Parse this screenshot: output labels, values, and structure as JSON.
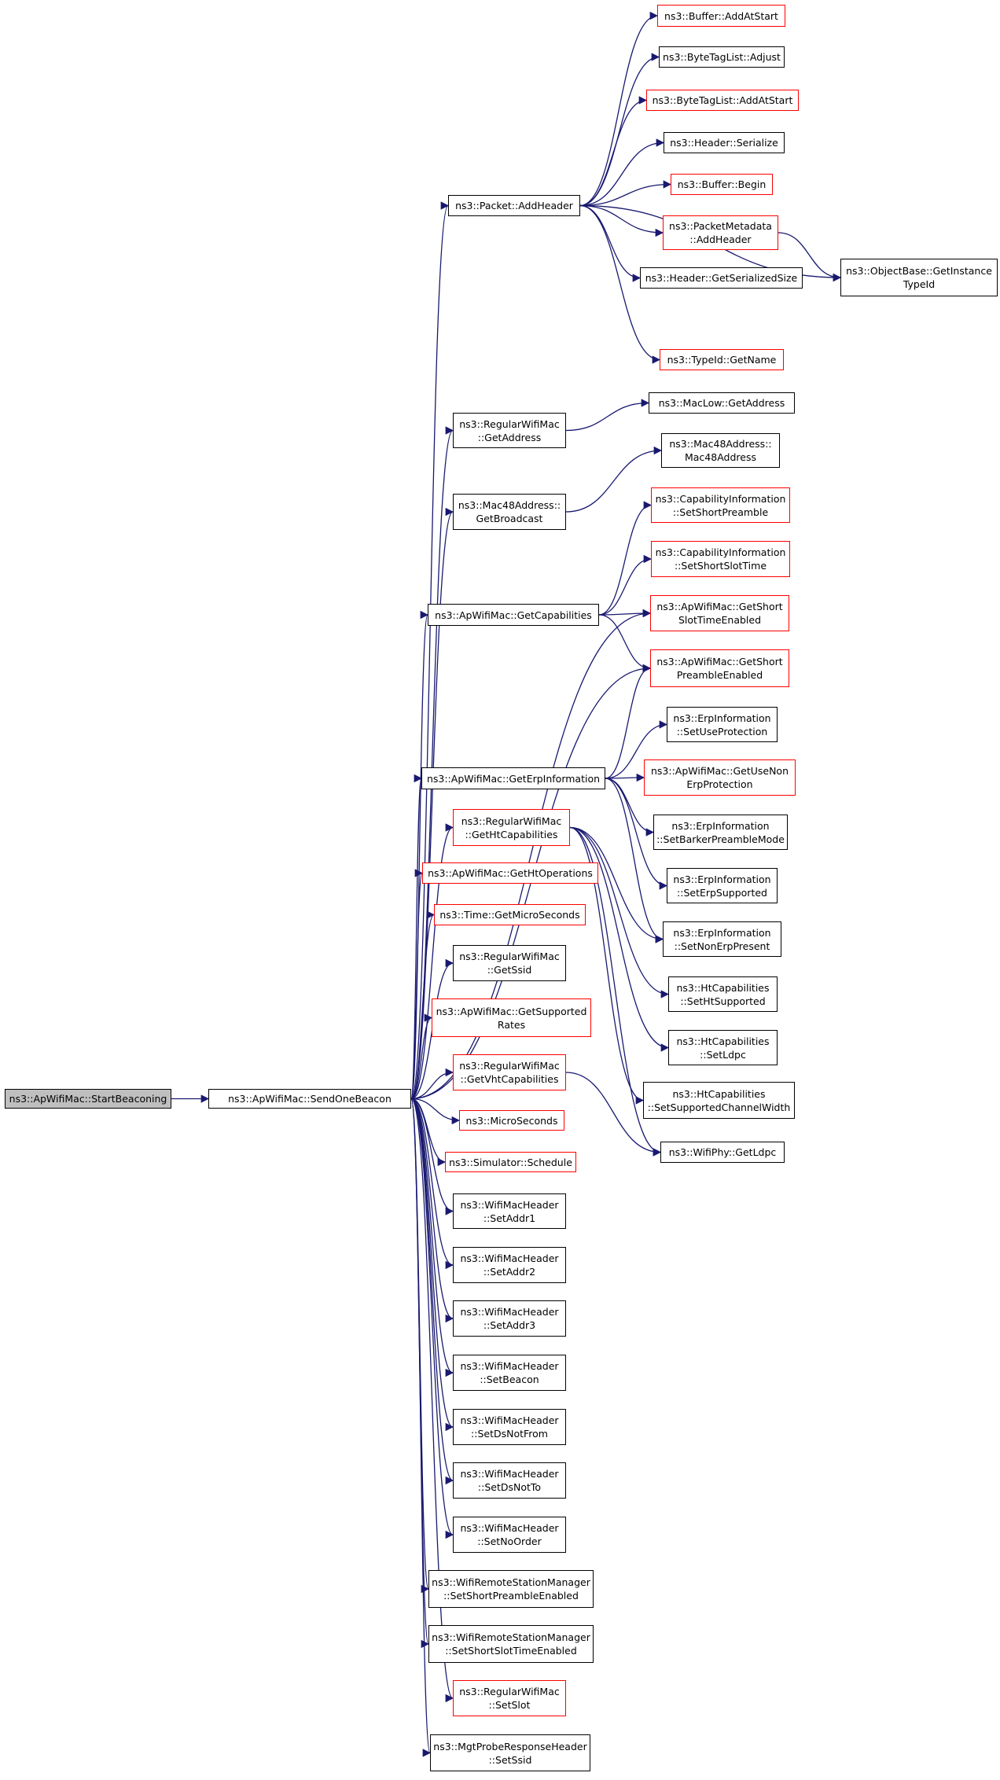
{
  "colors": {
    "edge": "#191970",
    "border": "#000000",
    "truncated_border": "#ff0000",
    "root_fill": "#bfbfbf"
  },
  "nodes": [
    {
      "id": "n0",
      "lines": [
        "ns3::ApWifiMac::StartBeaconing"
      ],
      "style": "root"
    },
    {
      "id": "n1",
      "lines": [
        "ns3::ApWifiMac::SendOneBeacon"
      ],
      "style": "normal"
    },
    {
      "id": "n2",
      "lines": [
        "ns3::Packet::AddHeader"
      ],
      "style": "normal"
    },
    {
      "id": "n3",
      "lines": [
        "ns3::Buffer::AddAtStart"
      ],
      "style": "truncated"
    },
    {
      "id": "n4",
      "lines": [
        "ns3::ByteTagList::Adjust"
      ],
      "style": "normal"
    },
    {
      "id": "n5",
      "lines": [
        "ns3::ByteTagList::AddAtStart"
      ],
      "style": "truncated"
    },
    {
      "id": "n6",
      "lines": [
        "ns3::Header::Serialize"
      ],
      "style": "normal"
    },
    {
      "id": "n7",
      "lines": [
        "ns3::Buffer::Begin"
      ],
      "style": "truncated"
    },
    {
      "id": "n8",
      "lines": [
        "ns3::PacketMetadata",
        "::AddHeader"
      ],
      "style": "truncated"
    },
    {
      "id": "n9",
      "lines": [
        "ns3::Header::GetSerializedSize"
      ],
      "style": "normal"
    },
    {
      "id": "n10",
      "lines": [
        "ns3::ObjectBase::GetInstance",
        "TypeId"
      ],
      "style": "normal"
    },
    {
      "id": "n11",
      "lines": [
        "ns3::TypeId::GetName"
      ],
      "style": "truncated"
    },
    {
      "id": "n12",
      "lines": [
        "ns3::RegularWifiMac",
        "::GetAddress"
      ],
      "style": "normal"
    },
    {
      "id": "n13",
      "lines": [
        "ns3::MacLow::GetAddress"
      ],
      "style": "normal"
    },
    {
      "id": "n14",
      "lines": [
        "ns3::Mac48Address::",
        "GetBroadcast"
      ],
      "style": "normal"
    },
    {
      "id": "n15",
      "lines": [
        "ns3::Mac48Address::",
        "Mac48Address"
      ],
      "style": "normal"
    },
    {
      "id": "n16",
      "lines": [
        "ns3::ApWifiMac::GetCapabilities"
      ],
      "style": "normal"
    },
    {
      "id": "n17",
      "lines": [
        "ns3::CapabilityInformation",
        "::SetShortPreamble"
      ],
      "style": "truncated"
    },
    {
      "id": "n18",
      "lines": [
        "ns3::CapabilityInformation",
        "::SetShortSlotTime"
      ],
      "style": "truncated"
    },
    {
      "id": "n19",
      "lines": [
        "ns3::ApWifiMac::GetShort",
        "SlotTimeEnabled"
      ],
      "style": "truncated"
    },
    {
      "id": "n20",
      "lines": [
        "ns3::ApWifiMac::GetShort",
        "PreambleEnabled"
      ],
      "style": "truncated"
    },
    {
      "id": "n21",
      "lines": [
        "ns3::ApWifiMac::GetErpInformation"
      ],
      "style": "normal"
    },
    {
      "id": "n22",
      "lines": [
        "ns3::ErpInformation",
        "::SetUseProtection"
      ],
      "style": "normal"
    },
    {
      "id": "n23",
      "lines": [
        "ns3::ApWifiMac::GetUseNon",
        "ErpProtection"
      ],
      "style": "truncated"
    },
    {
      "id": "n24",
      "lines": [
        "ns3::ErpInformation",
        "::SetBarkerPreambleMode"
      ],
      "style": "normal"
    },
    {
      "id": "n25",
      "lines": [
        "ns3::ErpInformation",
        "::SetErpSupported"
      ],
      "style": "normal"
    },
    {
      "id": "n26",
      "lines": [
        "ns3::ErpInformation",
        "::SetNonErpPresent"
      ],
      "style": "normal"
    },
    {
      "id": "n27",
      "lines": [
        "ns3::RegularWifiMac",
        "::GetHtCapabilities"
      ],
      "style": "truncated"
    },
    {
      "id": "n28",
      "lines": [
        "ns3::HtCapabilities",
        "::SetHtSupported"
      ],
      "style": "normal"
    },
    {
      "id": "n29",
      "lines": [
        "ns3::HtCapabilities",
        "::SetLdpc"
      ],
      "style": "normal"
    },
    {
      "id": "n30",
      "lines": [
        "ns3::HtCapabilities",
        "::SetSupportedChannelWidth"
      ],
      "style": "normal"
    },
    {
      "id": "n31",
      "lines": [
        "ns3::WifiPhy::GetLdpc"
      ],
      "style": "normal"
    },
    {
      "id": "n32",
      "lines": [
        "ns3::ApWifiMac::GetHtOperations"
      ],
      "style": "truncated"
    },
    {
      "id": "n33",
      "lines": [
        "ns3::Time::GetMicroSeconds"
      ],
      "style": "truncated"
    },
    {
      "id": "n34",
      "lines": [
        "ns3::RegularWifiMac",
        "::GetSsid"
      ],
      "style": "normal"
    },
    {
      "id": "n35",
      "lines": [
        "ns3::ApWifiMac::GetSupported",
        "Rates"
      ],
      "style": "truncated"
    },
    {
      "id": "n36",
      "lines": [
        "ns3::RegularWifiMac",
        "::GetVhtCapabilities"
      ],
      "style": "truncated"
    },
    {
      "id": "n37",
      "lines": [
        "ns3::MicroSeconds"
      ],
      "style": "truncated"
    },
    {
      "id": "n38",
      "lines": [
        "ns3::Simulator::Schedule"
      ],
      "style": "truncated"
    },
    {
      "id": "n39",
      "lines": [
        "ns3::WifiMacHeader",
        "::SetAddr1"
      ],
      "style": "normal"
    },
    {
      "id": "n40",
      "lines": [
        "ns3::WifiMacHeader",
        "::SetAddr2"
      ],
      "style": "normal"
    },
    {
      "id": "n41",
      "lines": [
        "ns3::WifiMacHeader",
        "::SetAddr3"
      ],
      "style": "normal"
    },
    {
      "id": "n42",
      "lines": [
        "ns3::WifiMacHeader",
        "::SetBeacon"
      ],
      "style": "normal"
    },
    {
      "id": "n43",
      "lines": [
        "ns3::WifiMacHeader",
        "::SetDsNotFrom"
      ],
      "style": "normal"
    },
    {
      "id": "n44",
      "lines": [
        "ns3::WifiMacHeader",
        "::SetDsNotTo"
      ],
      "style": "normal"
    },
    {
      "id": "n45",
      "lines": [
        "ns3::WifiMacHeader",
        "::SetNoOrder"
      ],
      "style": "normal"
    },
    {
      "id": "n46",
      "lines": [
        "ns3::WifiRemoteStationManager",
        "::SetShortPreambleEnabled"
      ],
      "style": "normal"
    },
    {
      "id": "n47",
      "lines": [
        "ns3::WifiRemoteStationManager",
        "::SetShortSlotTimeEnabled"
      ],
      "style": "normal"
    },
    {
      "id": "n48",
      "lines": [
        "ns3::RegularWifiMac",
        "::SetSlot"
      ],
      "style": "truncated"
    },
    {
      "id": "n49",
      "lines": [
        "ns3::MgtProbeResponseHeader",
        "::SetSsid"
      ],
      "style": "normal"
    }
  ],
  "edges": [
    [
      "n0",
      "n1"
    ],
    [
      "n1",
      "n2"
    ],
    [
      "n1",
      "n12"
    ],
    [
      "n1",
      "n14"
    ],
    [
      "n1",
      "n16"
    ],
    [
      "n1",
      "n19"
    ],
    [
      "n1",
      "n20"
    ],
    [
      "n1",
      "n21"
    ],
    [
      "n1",
      "n27"
    ],
    [
      "n1",
      "n32"
    ],
    [
      "n1",
      "n33"
    ],
    [
      "n1",
      "n34"
    ],
    [
      "n1",
      "n35"
    ],
    [
      "n1",
      "n36"
    ],
    [
      "n1",
      "n37"
    ],
    [
      "n1",
      "n38"
    ],
    [
      "n1",
      "n39"
    ],
    [
      "n1",
      "n40"
    ],
    [
      "n1",
      "n41"
    ],
    [
      "n1",
      "n42"
    ],
    [
      "n1",
      "n43"
    ],
    [
      "n1",
      "n44"
    ],
    [
      "n1",
      "n45"
    ],
    [
      "n1",
      "n46"
    ],
    [
      "n1",
      "n47"
    ],
    [
      "n1",
      "n48"
    ],
    [
      "n1",
      "n49"
    ],
    [
      "n2",
      "n3"
    ],
    [
      "n2",
      "n4"
    ],
    [
      "n2",
      "n5"
    ],
    [
      "n2",
      "n6"
    ],
    [
      "n2",
      "n7"
    ],
    [
      "n2",
      "n8"
    ],
    [
      "n2",
      "n9"
    ],
    [
      "n2",
      "n10"
    ],
    [
      "n2",
      "n11"
    ],
    [
      "n8",
      "n10"
    ],
    [
      "n12",
      "n13"
    ],
    [
      "n14",
      "n15"
    ],
    [
      "n16",
      "n17"
    ],
    [
      "n16",
      "n18"
    ],
    [
      "n16",
      "n19"
    ],
    [
      "n16",
      "n20"
    ],
    [
      "n21",
      "n20"
    ],
    [
      "n21",
      "n22"
    ],
    [
      "n21",
      "n23"
    ],
    [
      "n21",
      "n24"
    ],
    [
      "n21",
      "n25"
    ],
    [
      "n21",
      "n26"
    ],
    [
      "n27",
      "n26"
    ],
    [
      "n27",
      "n28"
    ],
    [
      "n27",
      "n29"
    ],
    [
      "n27",
      "n30"
    ],
    [
      "n27",
      "n31"
    ],
    [
      "n36",
      "n31"
    ]
  ]
}
